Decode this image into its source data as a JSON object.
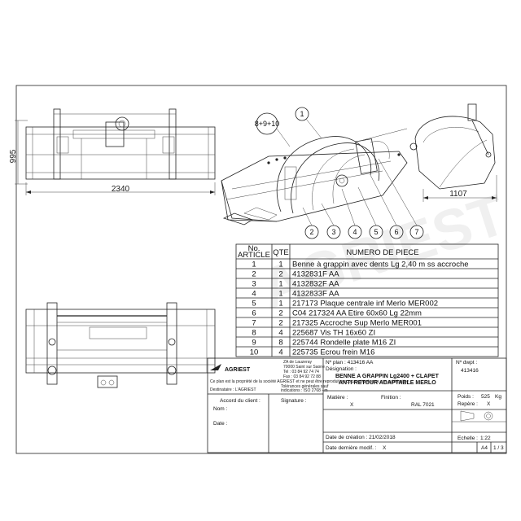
{
  "dimensions": {
    "height": "995",
    "width_front": "2340",
    "depth_side": "1107"
  },
  "callouts": {
    "group_label": "8+9+10",
    "items": [
      "1",
      "2",
      "3",
      "4",
      "5",
      "6",
      "7"
    ]
  },
  "bom": {
    "headers": {
      "no_line1": "No.",
      "no_line2": "ARTICLE",
      "qty": "QTE",
      "part": "NUMERO DE PIECE"
    },
    "rows": [
      {
        "no": "1",
        "qty": "1",
        "part": "Benne à grappin avec dents Lg 2,40 m ss accroche"
      },
      {
        "no": "2",
        "qty": "2",
        "part": "4132831F AA"
      },
      {
        "no": "3",
        "qty": "1",
        "part": "4132832F AA"
      },
      {
        "no": "4",
        "qty": "1",
        "part": "4132833F AA"
      },
      {
        "no": "5",
        "qty": "1",
        "part": "217173 Plaque centrale inf Merlo MER002"
      },
      {
        "no": "6",
        "qty": "2",
        "part": "C04 217324 AA Etire 60x60 Lg 22mm"
      },
      {
        "no": "7",
        "qty": "2",
        "part": "217325 Accroche Sup Merlo MER001"
      },
      {
        "no": "8",
        "qty": "4",
        "part": "225687 Vis TH 16x60 ZI"
      },
      {
        "no": "9",
        "qty": "8",
        "part": "225744 Rondelle plate M16 ZI"
      },
      {
        "no": "10",
        "qty": "4",
        "part": "225735 Ecrou frein M16"
      }
    ]
  },
  "title_block": {
    "brand": "AGRIEST",
    "address_lines": [
      "ZA de Lauzeray",
      "70000 Saint sur Saone",
      "Tel : 03 84 92 74 74",
      "Fax : 03 84 92 72 88"
    ],
    "ownership_notice": "Ce plan est la propriété de la société AGRIEST et ne peut être reproduit ou communiqué sans son autorisation",
    "recipient_label": "Destinataire : L'AGRIEST",
    "general_ref": "Tolérances générales sauf",
    "general_ref2": "indications : ISO 2768 - m",
    "client_agreement": "Accord du client :",
    "name_label": "Nom :",
    "date_label": "Date :",
    "signature_label": "Signature :",
    "plan_no": "Nº plan : 413416 AA",
    "designation_label": "Désignation :",
    "designation_line1": "BENNE A GRAPPIN Lg2400 + CLAPET",
    "designation_line2": "ANTI-RETOUR ADAPTABLE MERLO",
    "dwg_no_label": "Nº dwpt :",
    "dwg_no": "413416",
    "material_label": "Matière :",
    "material_value": "X",
    "finish_label": "Finition :",
    "finish_value": "RAL 7021",
    "weight_label": "Poids :",
    "weight_value": "525",
    "weight_unit": "Kg",
    "mark_label": "Repère :",
    "mark_value": "X",
    "created_label": "Date de création : 21/02/2018",
    "scale_label": "Echelle :",
    "scale_value": "1:22",
    "modified_label": "Date dernière modif. :",
    "modified_value": "X",
    "format": "A4",
    "sheet": "1 / 3"
  }
}
